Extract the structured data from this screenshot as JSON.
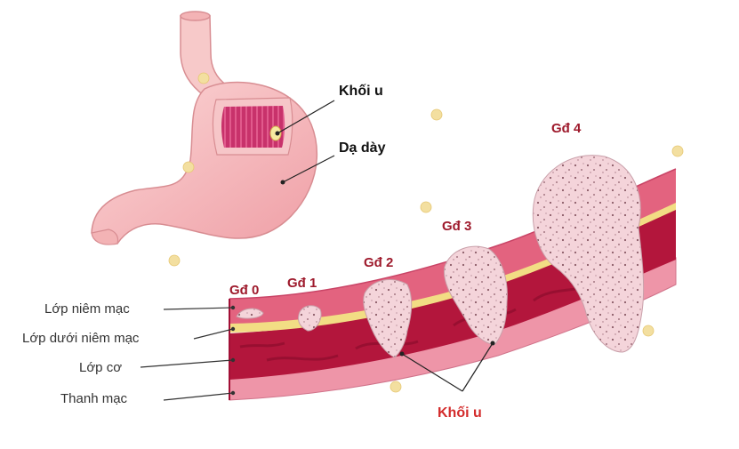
{
  "organ_labels": {
    "tumor": "Khối u",
    "stomach": "Dạ dày"
  },
  "layers": [
    "Lớp niêm mạc",
    "Lớp dưới niêm mạc",
    "Lớp cơ",
    "Thanh mạc"
  ],
  "stages": [
    "Gđ 0",
    "Gđ 1",
    "Gđ 2",
    "Gđ 3",
    "Gđ 4"
  ],
  "tumor_label": "Khối u",
  "colors": {
    "stage_text": "#9e1a2c",
    "tumor_text": "#d32b2b",
    "mucosa": "#e3637f",
    "submucosa": "#f2dd84",
    "muscle": "#b3163c",
    "serosa": "#ee95a8",
    "tumor_fill": "#f4d4da",
    "stomach": "#f6c0c2"
  }
}
